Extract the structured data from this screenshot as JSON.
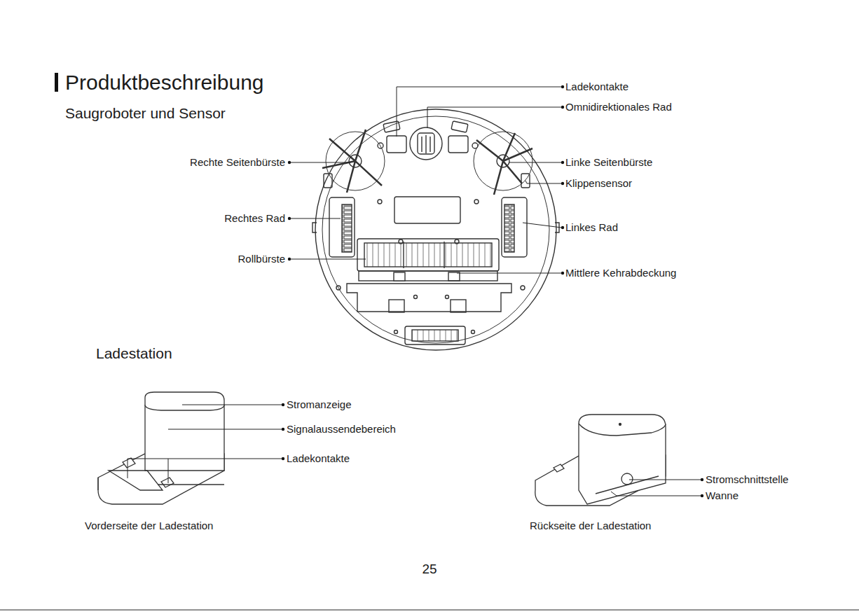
{
  "diagram": {
    "title": "Produktbeschreibung",
    "labels": [
      "Saugroboter und Sensor",
      "Ladekontakte",
      "Omnidirektionales Rad",
      "Rechte Seitenbürste",
      "Linke Seitenbürste",
      "Klippensensor",
      "Rechtes Rad",
      "Linkes Rad",
      "Rollbürste",
      "Mittlere Kehrabdeckung",
      "Ladestation",
      "Stromanzeige",
      "Signalaussendebereich",
      "Ladekontakte",
      "Stromschnittstelle",
      "Wanne",
      "Vorderseite der Ladestation",
      "Rückseite der Ladestation",
      "25"
    ]
  }
}
